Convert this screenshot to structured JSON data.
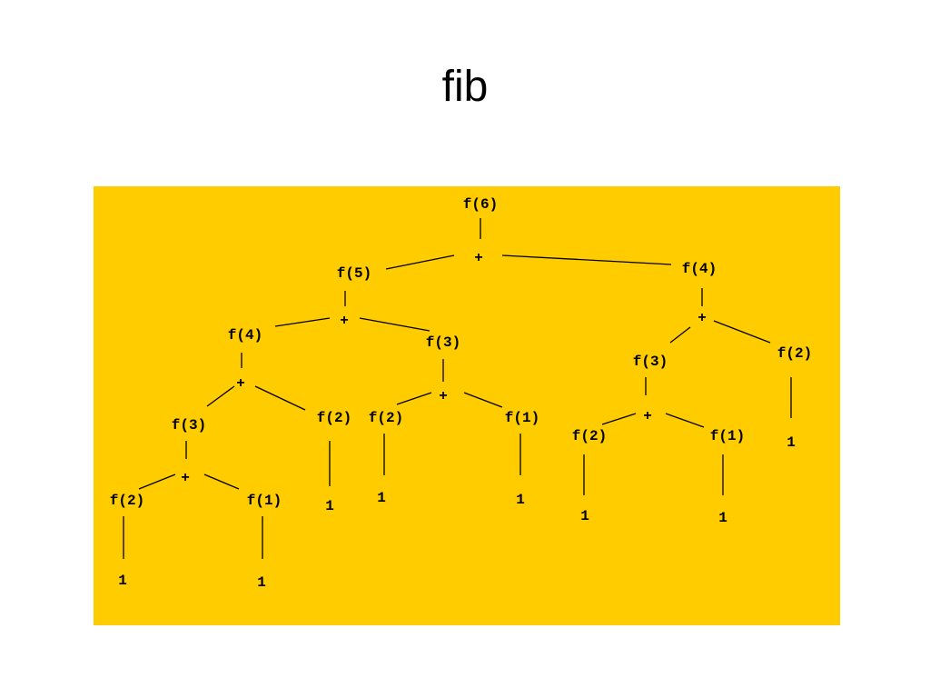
{
  "title": "fib",
  "panel_color": "#ffcc00",
  "nodes": {
    "n_f6": "f(6)",
    "p_root": "+",
    "n_f5": "f(5)",
    "n_f4r": "f(4)",
    "p_f5": "+",
    "n_f4a": "f(4)",
    "n_f3a": "f(3)",
    "p_f4a": "+",
    "n_f3b": "f(3)",
    "n_f2a": "f(2)",
    "p_f3b": "+",
    "n_f2b": "f(2)",
    "n_f1a": "f(1)",
    "v_f2b": "1",
    "v_f1a": "1",
    "v_f2a": "1",
    "p_f3a": "+",
    "n_f2c": "f(2)",
    "n_f1b": "f(1)",
    "v_f2c": "1",
    "v_f1b": "1",
    "p_f4r": "+",
    "n_f3c": "f(3)",
    "n_f2e": "f(2)",
    "v_f2e": "1",
    "p_f3c": "+",
    "n_f2d": "f(2)",
    "n_f1c": "f(1)",
    "v_f2d": "1",
    "v_f1c": "1"
  }
}
